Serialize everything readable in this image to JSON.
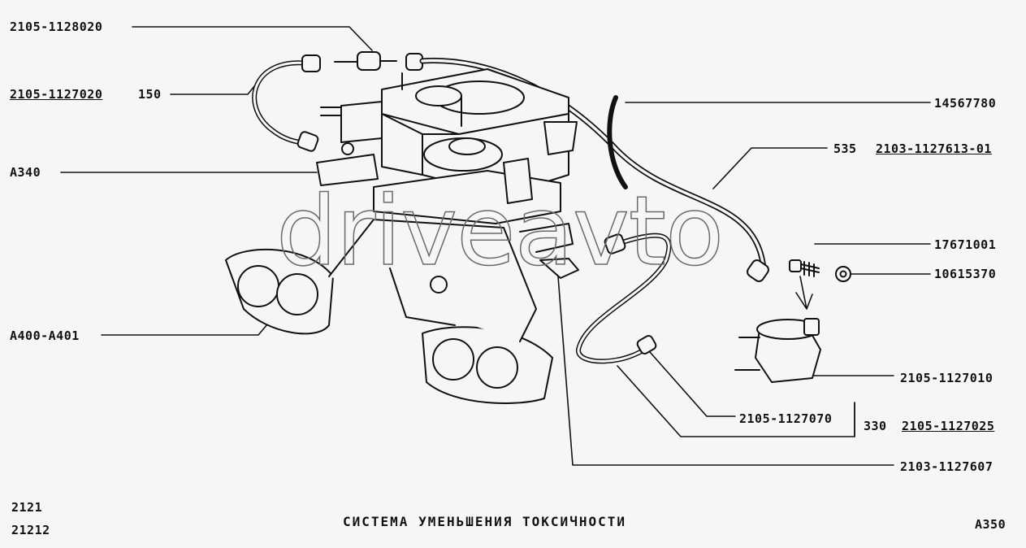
{
  "labels": {
    "l1": "2105-1128020",
    "l2a": "2105-1127020",
    "l2b": "150",
    "l3": "A340",
    "l4": "A400-A401",
    "r1": "14567780",
    "r2a": "535",
    "r2b": "2103-1127613-01",
    "r3": "17671001",
    "r4": "10615370",
    "r5": "2105-1127010",
    "r6": "2105-1127070",
    "r7a": "330",
    "r7b": "2105-1127025",
    "r8": "2103-1127607"
  },
  "footer": {
    "model1": "2121",
    "model2": "21212",
    "title": "СИСТЕМА УМЕНЬШЕНИЯ ТОКСИЧНОСТИ",
    "code": "А350"
  },
  "watermark": "driveavto"
}
